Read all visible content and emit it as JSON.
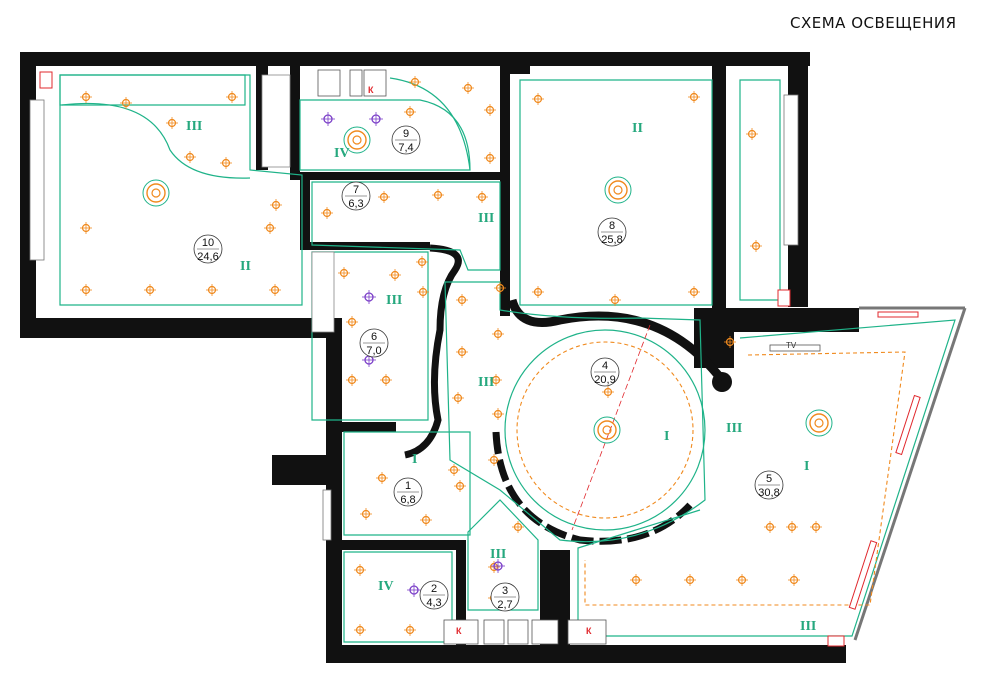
{
  "title": "СХЕМА ОСВЕЩЕНИЯ",
  "rooms": [
    {
      "num": "1",
      "area": "6,8"
    },
    {
      "num": "2",
      "area": "4,3"
    },
    {
      "num": "3",
      "area": "2,7"
    },
    {
      "num": "4",
      "area": "20,9"
    },
    {
      "num": "5",
      "area": "30,8"
    },
    {
      "num": "6",
      "area": "7,0"
    },
    {
      "num": "7",
      "area": "6,3"
    },
    {
      "num": "8",
      "area": "25,8"
    },
    {
      "num": "9",
      "area": "7,4"
    },
    {
      "num": "10",
      "area": "24,6"
    }
  ],
  "zone_labels": [
    "I",
    "II",
    "III",
    "IV"
  ],
  "tv_label": "TV",
  "cabinet_label": "К",
  "colors": {
    "wall": "#111111",
    "contour": "#1fb389",
    "zone_text": "#26a87e",
    "spotlight": "#f08a1e",
    "pendant": "#7b3fc8",
    "led": "#e0282d"
  }
}
